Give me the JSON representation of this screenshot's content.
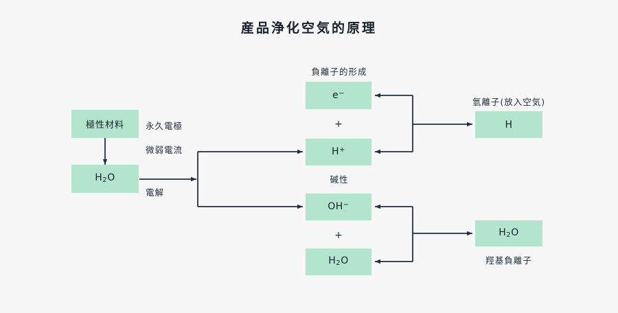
{
  "title": "産品浄化空気的原理",
  "colors": {
    "background": "#f7f7f7",
    "node_fill": "#b3e4cd",
    "line": "#1f3044",
    "text": "#16202c"
  },
  "section_headings": {
    "anion_formation": "負離子的形成",
    "alkaline": "碱性",
    "hydrogen_ion": "氫離子(放入空気)",
    "hydroxyl_anion": "羥基負離子"
  },
  "nodes": {
    "polar_material": "極性材料",
    "water_source": "H₂O",
    "electron": "e⁻",
    "hydrogen_ion": "H⁺",
    "hydroxide": "OH⁻",
    "water_product_mid": "H₂O",
    "hydrogen_atom": "H",
    "water_product_right": "H₂O"
  },
  "edge_labels": {
    "permanent_electrode": "永久電極",
    "weak_current": "微弱電流",
    "electrolysis": "電解"
  },
  "operators": {
    "plus_top": "+",
    "plus_bottom": "+"
  }
}
